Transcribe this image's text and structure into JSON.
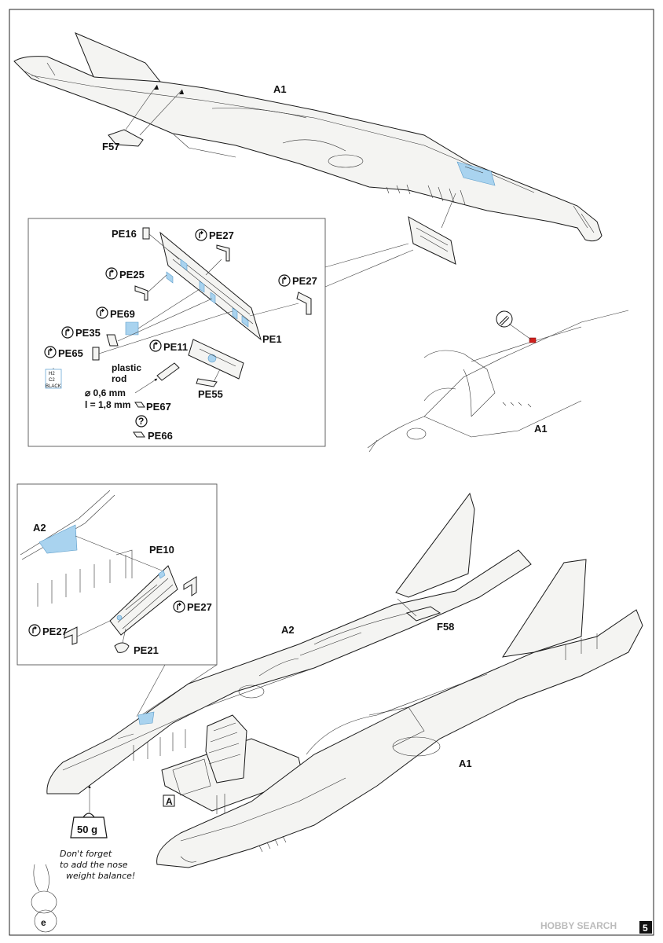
{
  "page_number": "5",
  "labels": {
    "a1_top": "A1",
    "f57": "F57",
    "pe16": "PE16",
    "pe27_a": "PE27",
    "pe27_b": "PE27",
    "pe25": "PE25",
    "pe69": "PE69",
    "pe35": "PE35",
    "pe65": "PE65",
    "pe1": "PE1",
    "pe11": "PE11",
    "pe55": "PE55",
    "pe67": "PE67",
    "pe66": "PE66",
    "plastic_rod_1": "plastic",
    "plastic_rod_2": "rod",
    "rod_dia": "⌀ 0,6 mm",
    "rod_len": "l = 1,8 mm",
    "a1_detail": "A1",
    "a2_detail": "A2",
    "pe10": "PE10",
    "pe27_c": "PE27",
    "pe27_d": "PE27",
    "pe21": "PE21",
    "a2_main": "A2",
    "f58": "F58",
    "a1_main": "A1",
    "step_ref": "A",
    "weight": "50 g",
    "note_line1": "Don't forget",
    "note_line2": "to add the nose",
    "note_line3": "weight balance!"
  },
  "paint_chips": {
    "line1": "H2",
    "line2": "C2",
    "line3": "BLACK"
  },
  "watermark": "HOBBY SEARCH",
  "colors": {
    "pe_highlight": "#a9d3ef",
    "red_marker": "#d0201c",
    "line": "#1a1a1a"
  },
  "icons": {
    "bend": "bend-arrow-icon",
    "question": "question-icon",
    "template": "template-icon"
  }
}
